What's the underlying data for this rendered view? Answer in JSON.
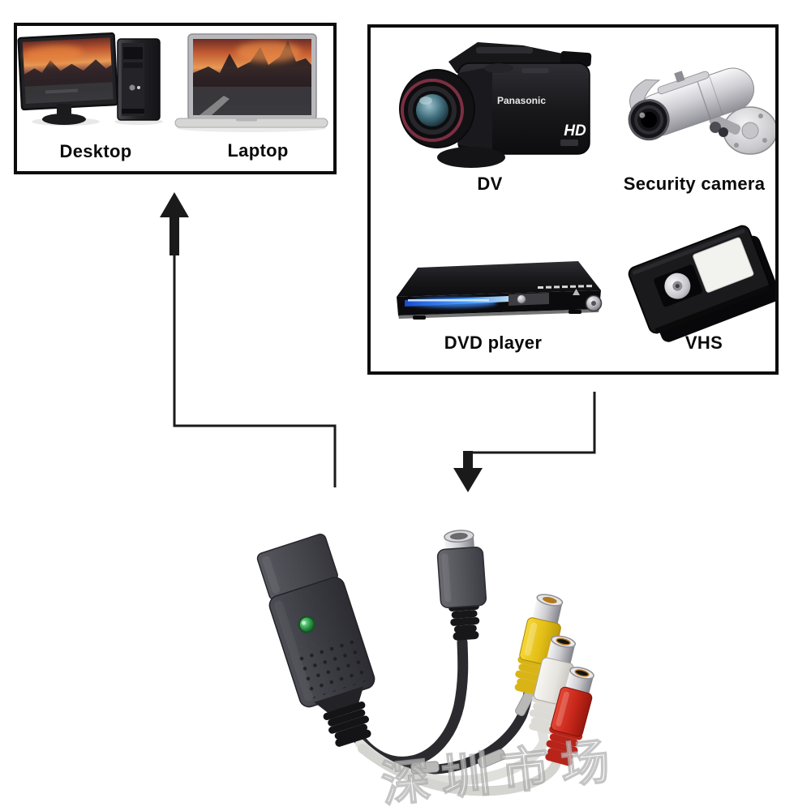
{
  "diagram": {
    "computers_box": {
      "items": [
        {
          "id": "desktop",
          "label": "Desktop"
        },
        {
          "id": "laptop",
          "label": "Laptop"
        }
      ]
    },
    "sources_box": {
      "items": [
        {
          "id": "dv",
          "label": "DV"
        },
        {
          "id": "security-camera",
          "label": "Security camera"
        },
        {
          "id": "dvd-player",
          "label": "DVD player"
        },
        {
          "id": "vhs",
          "label": "VHS"
        }
      ]
    },
    "camcorder": {
      "brand": "Panasonic",
      "logo": "HD"
    },
    "watermark": "深圳市场",
    "colors": {
      "box_border": "#0d0d0d",
      "arrow_black": "#1a1a1a",
      "device_body": "#3b3b42",
      "led_green": "#2f9e4a",
      "svideo_gray": "#55555c",
      "rca_yellow": "#e8c51e",
      "rca_white": "#eceae6",
      "rca_red": "#cd2b1a",
      "cable_dark": "#2b2b2f",
      "dvd_glow_blue": "#4aa0ff"
    }
  }
}
